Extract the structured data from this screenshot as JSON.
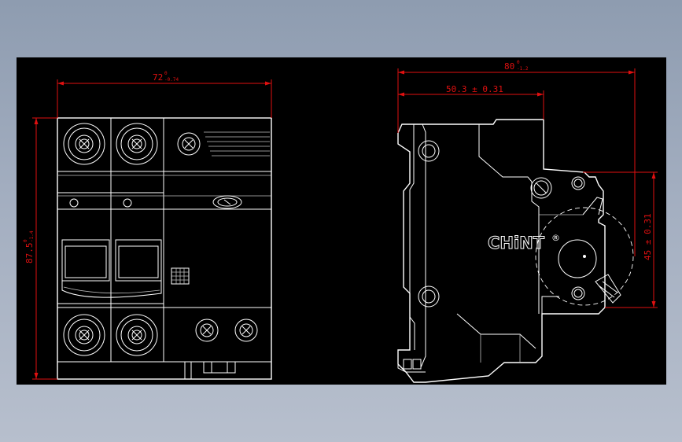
{
  "front_view": {
    "width_dim_main": "72",
    "width_dim_upper": "0",
    "width_dim_lower": "-0.74",
    "height_dim_main": "87.5",
    "height_dim_upper": "0",
    "height_dim_lower": "-1.4"
  },
  "side_view": {
    "depth_dim_main": "80",
    "depth_dim_upper": "0",
    "depth_dim_lower": "-1.2",
    "offset_dim": "50.3 ± 0.31",
    "rail_dim": "45 ± 0.31",
    "brand_logo": "CHiNT",
    "brand_mark": "®"
  },
  "colors": {
    "background": "#000000",
    "lines": "#ffffff",
    "dimensions": "#e01010"
  }
}
